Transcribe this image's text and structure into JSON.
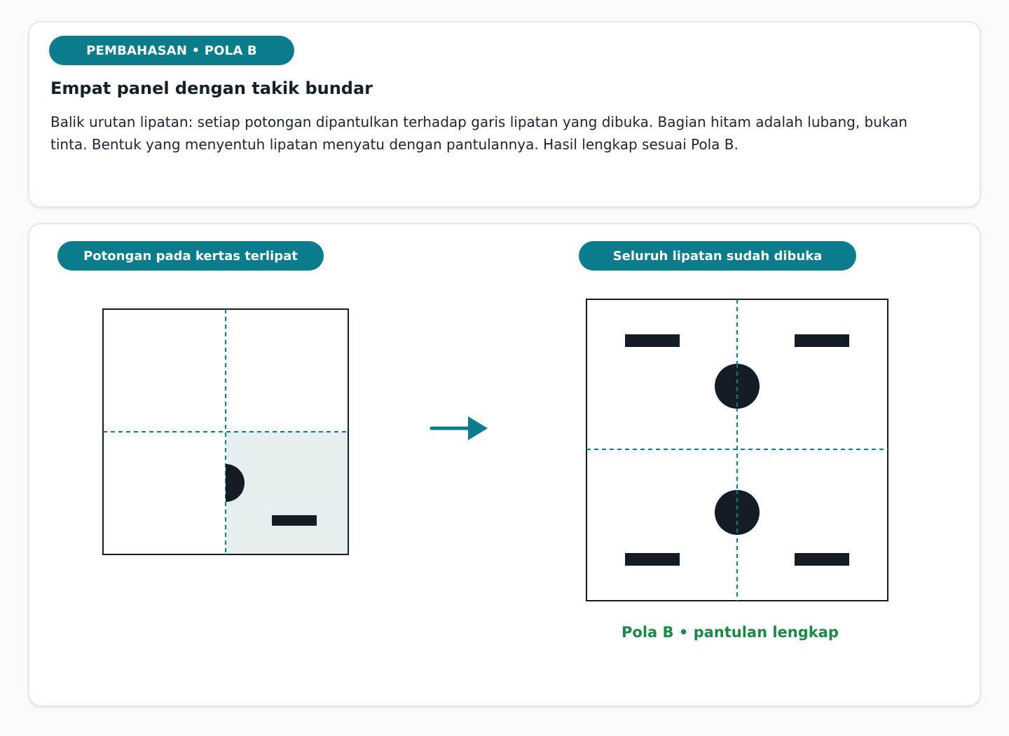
{
  "header": {
    "badge": "PEMBAHASAN • POLA B",
    "title": "Empat panel dengan takik bundar",
    "description": "Balik urutan lipatan: setiap potongan dipantulkan terhadap garis lipatan yang dibuka. Bagian hitam adalah lubang, bukan tinta. Bentuk yang menyentuh lipatan menyatu dengan pantulannya. Hasil lengkap sesuai Pola B."
  },
  "panels": {
    "folded_label": "Potongan pada kertas terlipat",
    "unfolded_label": "Seluruh lipatan sudah dibuka",
    "result_caption": "Pola B • pantulan lengkap"
  },
  "colors": {
    "accent": "#0b7c8b",
    "hole": "#141c26",
    "folded_quadrant": "#e6eef0",
    "caption": "#1b8a47"
  }
}
